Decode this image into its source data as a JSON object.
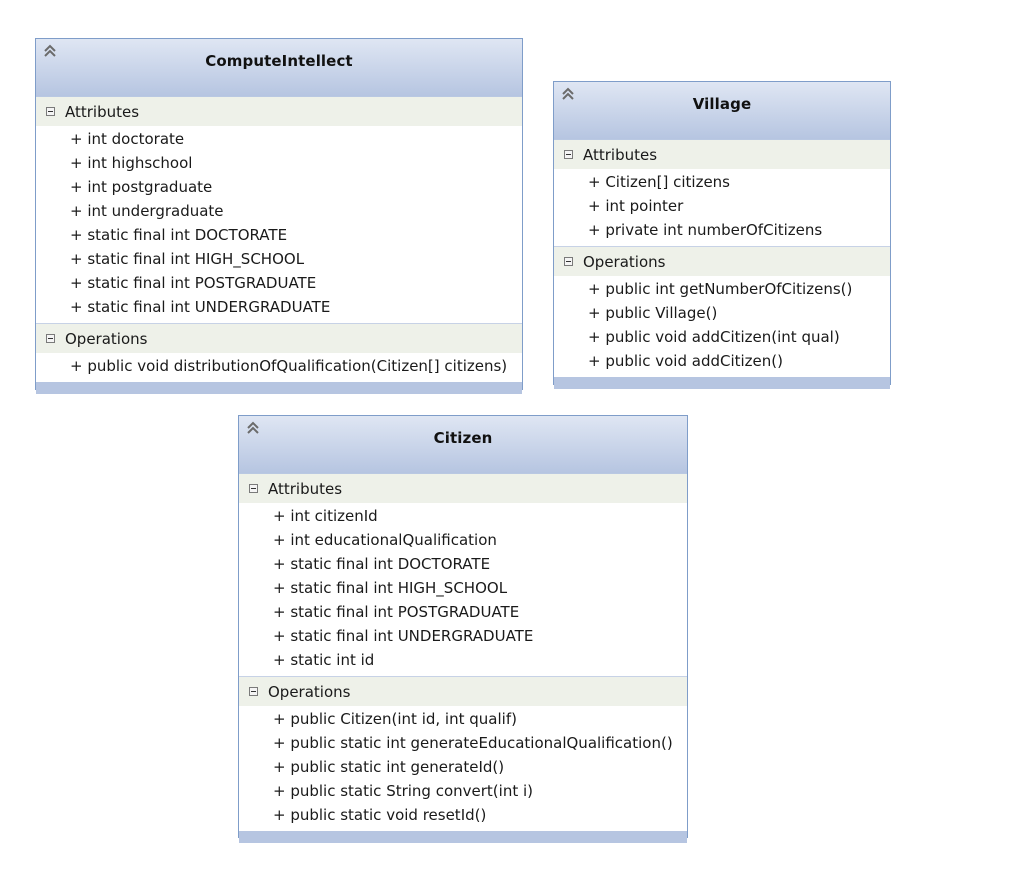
{
  "diagram": {
    "type": "UML class diagram",
    "classes": [
      {
        "name": "ComputeIntellect",
        "attributes_label": "Attributes",
        "attributes": [
          "+ int doctorate",
          "+ int highschool",
          "+ int postgraduate",
          "+ int undergraduate",
          "+ static final int DOCTORATE",
          "+ static final int HIGH_SCHOOL",
          "+ static final int POSTGRADUATE",
          "+ static final int UNDERGRADUATE"
        ],
        "operations_label": "Operations",
        "operations": [
          "+ public void distributionOfQualification(Citizen[] citizens)"
        ]
      },
      {
        "name": "Village",
        "attributes_label": "Attributes",
        "attributes": [
          "+ Citizen[] citizens",
          "+ int pointer",
          "+ private int numberOfCitizens"
        ],
        "operations_label": "Operations",
        "operations": [
          "+ public int getNumberOfCitizens()",
          "+ public Village()",
          "+ public void addCitizen(int qual)",
          "+ public void addCitizen()"
        ]
      },
      {
        "name": "Citizen",
        "attributes_label": "Attributes",
        "attributes": [
          "+ int citizenId",
          "+ int educationalQualification",
          "+ static final int DOCTORATE",
          "+ static final int HIGH_SCHOOL",
          "+ static final int POSTGRADUATE",
          "+ static final int UNDERGRADUATE",
          "+ static int id"
        ],
        "operations_label": "Operations",
        "operations": [
          "+ public Citizen(int id, int qualif)",
          "+ public static int generateEducationalQualification()",
          "+ public static int generateId()",
          "+ public static String convert(int i)",
          "+ public static void resetId()"
        ]
      }
    ],
    "icons": {
      "collapse": "double-chevron-up-icon",
      "section_toggle": "minus-box-icon"
    },
    "colors": {
      "border": "#7f9dc9",
      "header_top": "#dfe6f3",
      "header_bottom": "#b6c5e1",
      "section_bg": "#eef1e9",
      "footer": "#b6c5e1"
    }
  }
}
